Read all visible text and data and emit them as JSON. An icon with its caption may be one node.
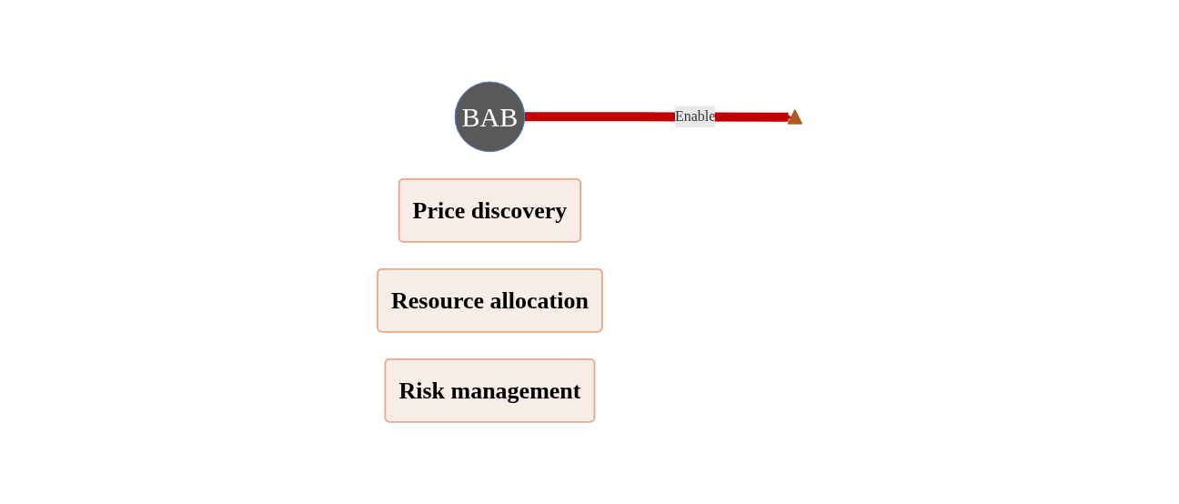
{
  "diagram": {
    "nodes": [
      {
        "text": [
          "BAB"
        ]
      },
      {
        "text": [],
        "shape": "triangle"
      },
      {
        "text": [
          "Price discovery"
        ]
      },
      {
        "text": [
          "Resource allocation"
        ]
      },
      {
        "text": [
          "Risk management"
        ]
      }
    ],
    "edges": [
      {
        "from": 0,
        "to": 1,
        "arrow": "to",
        "label": "Enable",
        "color": "#c00000"
      }
    ]
  }
}
